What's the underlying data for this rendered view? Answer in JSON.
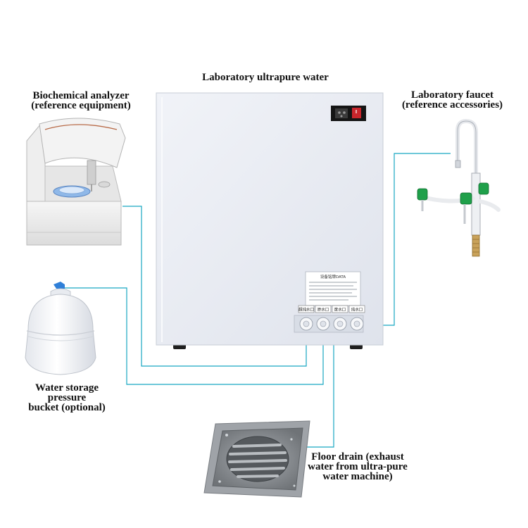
{
  "labels": {
    "main_unit": "Laboratory ultrapure water",
    "analyzer": [
      "Biochemical analyzer",
      "(reference equipment)"
    ],
    "faucet": [
      "Laboratory faucet",
      "(reference accessories)"
    ],
    "bucket": [
      "Water storage",
      "pressure",
      "bucket (optional)"
    ],
    "drain": [
      "Floor drain (exhaust",
      "water from ultra-pure",
      "water machine)"
    ]
  },
  "machine_panel": {
    "tag_title": "设备铭牌DATA",
    "ports": [
      "超纯水口",
      "原水口",
      "废水口",
      "纯水口"
    ]
  },
  "colors": {
    "connector_line": "#18a7c2",
    "machine_body": "#e9ecf3",
    "faucet_green": "#1fa04a"
  },
  "icons": [
    "biochemical-analyzer-icon",
    "pressure-bucket-icon",
    "lab-faucet-icon",
    "floor-drain-icon"
  ]
}
